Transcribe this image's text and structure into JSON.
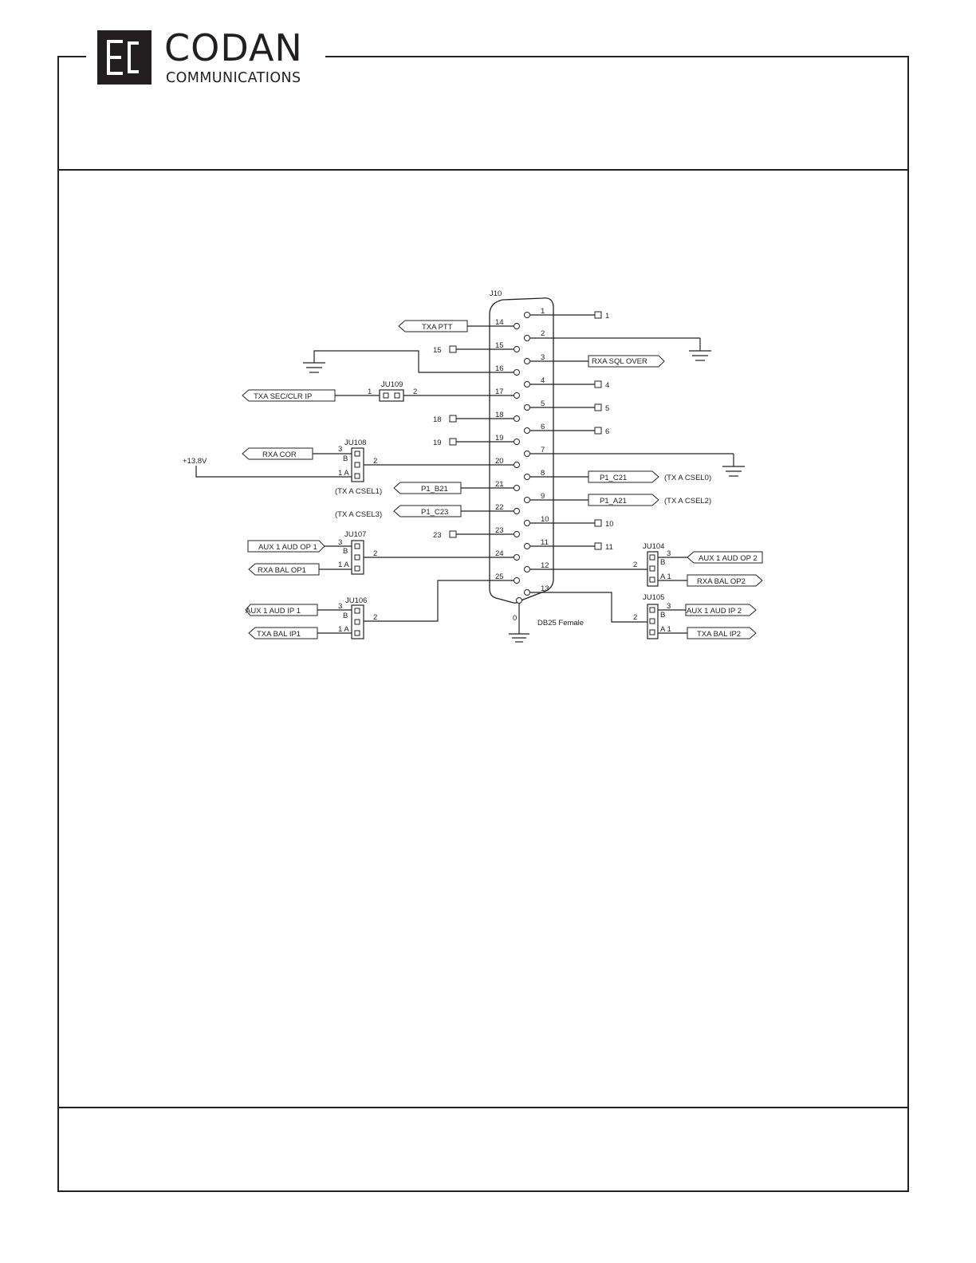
{
  "logo": {
    "title": "CODAN",
    "subtitle": "COMMUNICATIONS"
  },
  "connector": {
    "designator": "J10",
    "type_label": "DB25 Female",
    "shell_pin_label": "0",
    "top_pins": [
      "1",
      "2",
      "3",
      "4",
      "5",
      "6",
      "7",
      "8",
      "9",
      "10",
      "11",
      "12",
      "13"
    ],
    "bottom_pins": [
      "14",
      "15",
      "16",
      "17",
      "18",
      "19",
      "20",
      "21",
      "22",
      "23",
      "24",
      "25"
    ]
  },
  "test_points": [
    "1",
    "4",
    "5",
    "6",
    "10",
    "11",
    "15",
    "18",
    "19",
    "23"
  ],
  "net_labels": {
    "txa_ptt": "TXA PTT",
    "rxa_sql_over": "RXA SQL OVER",
    "txa_sec_clr_ip": "TXA SEC/CLR IP",
    "rxa_cor": "RXA COR",
    "p1_b21": "P1_B21",
    "p1_c23": "P1_C23",
    "p1_c21": "P1_C21",
    "p1_a21": "P1_A21",
    "aux1_aud_op1": "AUX 1 AUD OP 1",
    "rxa_bal_op1": "RXA BAL OP1",
    "aux1_aud_ip1": "AUX 1 AUD IP 1",
    "txa_bal_ip1": "TXA BAL IP1",
    "aux1_aud_op2": "AUX 1 AUD OP 2",
    "rxa_bal_op2": "RXA BAL OP2",
    "aux1_aud_ip2": "AUX 1 AUD IP 2",
    "txa_bal_ip2": "TXA BAL IP2"
  },
  "notes": {
    "tx_a_csel0": "(TX A CSEL0)",
    "tx_a_csel1": "(TX A CSEL1)",
    "tx_a_csel2": "(TX A CSEL2)",
    "tx_a_csel3": "(TX A CSEL3)",
    "supply": "+13.8V"
  },
  "jumpers": {
    "ju109": {
      "ref": "JU109",
      "pin1": "1",
      "pin2": "2"
    },
    "ju108": {
      "ref": "JU108",
      "pin3": "3",
      "b": "B",
      "pin2": "2",
      "a1": "1 A"
    },
    "ju107": {
      "ref": "JU107",
      "pin3": "3",
      "b": "B",
      "pin2": "2",
      "a1": "1 A"
    },
    "ju106": {
      "ref": "JU106",
      "pin3": "3",
      "b": "B",
      "pin2": "2",
      "a1": "1 A"
    },
    "ju104": {
      "ref": "JU104",
      "pin3": "3",
      "b": "B",
      "pin2": "2",
      "a1": "A 1"
    },
    "ju105": {
      "ref": "JU105",
      "pin3": "3",
      "b": "B",
      "pin2": "2",
      "a1": "A 1"
    }
  }
}
